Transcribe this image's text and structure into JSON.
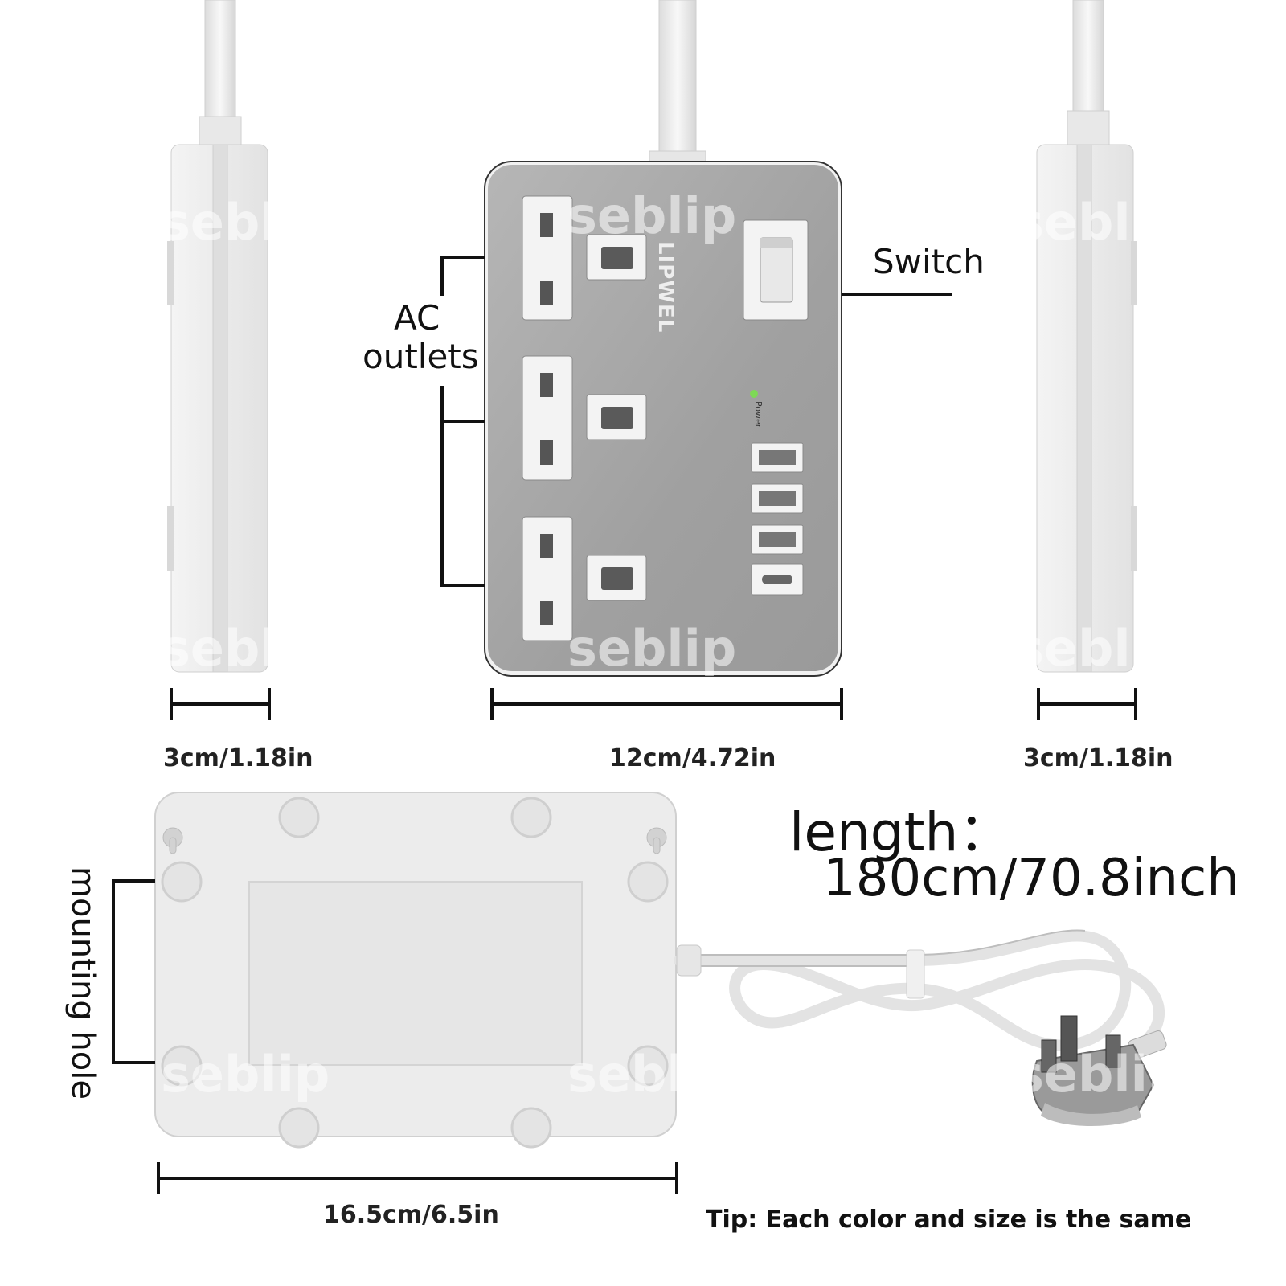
{
  "watermark": "seblip",
  "brand": "LIPWEL",
  "power_indicator_label": "Power",
  "callouts": {
    "switch": "Switch",
    "ac_outlets_line1": "AC",
    "ac_outlets_line2": "outlets",
    "mounting_hole": "mounting hole"
  },
  "dimensions": {
    "left_depth": "3cm/1.18in",
    "front_width": "12cm/4.72in",
    "right_depth": "3cm/1.18in",
    "bottom_width": "16.5cm/6.5in"
  },
  "cable_length": {
    "label": "length：",
    "value": "180cm/70.8inch"
  },
  "tip": "Tip: Each color and size is the same",
  "colors": {
    "front_panel": "#a9a9a9",
    "front_panel_light": "#c2c2c2",
    "body_white": "#ececec",
    "outline": "#333333",
    "power_led": "#7ed957"
  }
}
